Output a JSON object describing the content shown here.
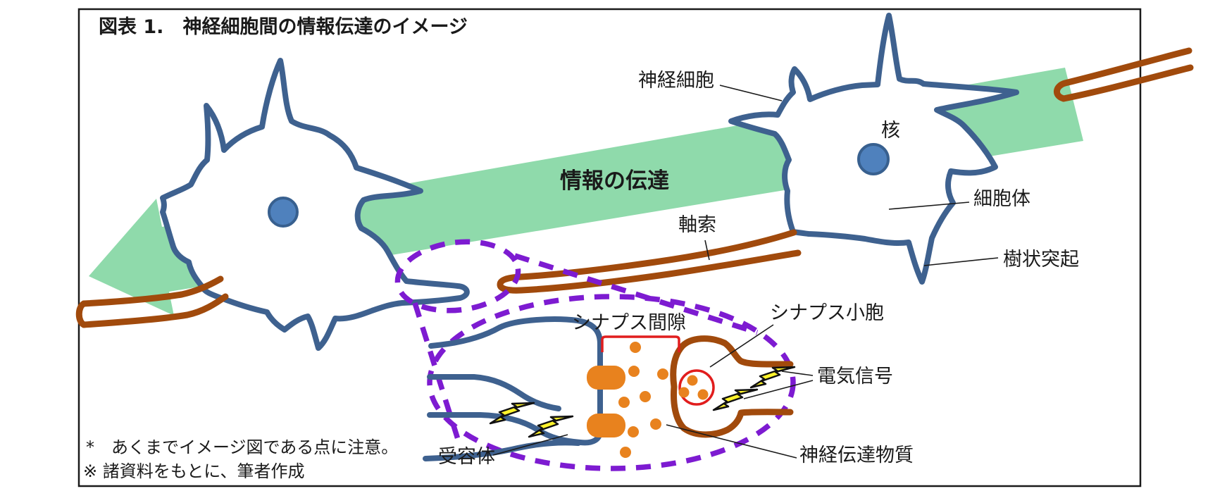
{
  "figure": {
    "title": "図表 1.　神経細胞間の情報伝達のイメージ",
    "flow_arrow_label": "情報の伝達",
    "annotations": {
      "nerve_cell": "神経細胞",
      "nucleus": "核",
      "cell_body": "細胞体",
      "dendrite": "樹状突起",
      "axon": "軸索",
      "synaptic_cleft": "シナプス間隙",
      "synaptic_vesicle": "シナプス小胞",
      "electrical_signal": "電気信号",
      "receptor": "受容体",
      "neurotransmitter": "神経伝達物質"
    },
    "footnote_1": "*　あくまでイメージ図である点に注意。",
    "footnote_2": "※ 諸資料をもとに、筆者作成",
    "colors": {
      "membrane_blue": "#3E618F",
      "nucleus_fill": "#4F81BD",
      "nucleus_border": "#38608F",
      "arrow_green": "#8FDAAB",
      "axon_brown": "#A14A0C",
      "callout_purple": "#7D1BD1",
      "transmitter_orange": "#E8821E",
      "marker_red": "#E11D1D",
      "signal_yellow": "#FFF32B",
      "frame_black": "#1A1A1A"
    }
  }
}
